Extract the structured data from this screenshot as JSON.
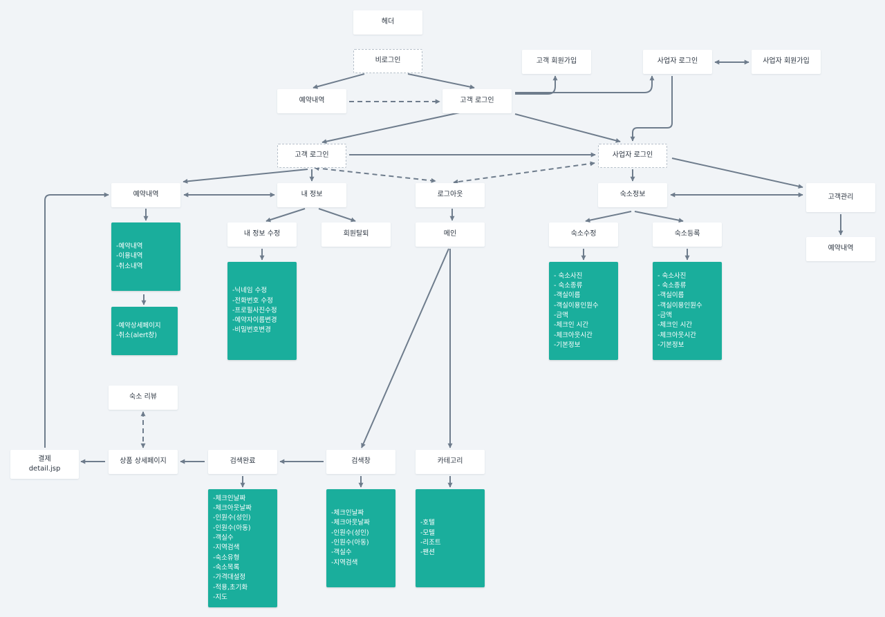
{
  "nodes": [
    {
      "id": "header",
      "label": "헤더"
    },
    {
      "id": "non_login",
      "label": "비로그인"
    },
    {
      "id": "top_reservation",
      "label": "예약내역"
    },
    {
      "id": "top_customer_login",
      "label": "고객 로그인"
    },
    {
      "id": "customer_signup",
      "label": "고객 회원가입"
    },
    {
      "id": "top_business_login",
      "label": "사업자 로그인"
    },
    {
      "id": "business_signup",
      "label": "사업자 회원가입"
    },
    {
      "id": "customer_login",
      "label": "고객 로그인"
    },
    {
      "id": "business_login",
      "label": "사업자 로그인"
    },
    {
      "id": "reservation",
      "label": "예약내역"
    },
    {
      "id": "my_info",
      "label": "내 정보"
    },
    {
      "id": "logout",
      "label": "로그아웃"
    },
    {
      "id": "lodging_info",
      "label": "숙소정보"
    },
    {
      "id": "customer_mgmt",
      "label": "고객관리"
    },
    {
      "id": "my_info_edit",
      "label": "내 정보 수정"
    },
    {
      "id": "withdraw",
      "label": "회원탈퇴"
    },
    {
      "id": "main",
      "label": "메인"
    },
    {
      "id": "lodging_edit",
      "label": "숙소수정"
    },
    {
      "id": "lodging_register",
      "label": "숙소등록"
    },
    {
      "id": "mgmt_reservation",
      "label": "예약내역"
    },
    {
      "id": "review",
      "label": "숙소 리뷰"
    },
    {
      "id": "payment",
      "label": "결제\ndetail.jsp"
    },
    {
      "id": "product_detail",
      "label": "상품 상세페이지"
    },
    {
      "id": "search_done",
      "label": "검색완료"
    },
    {
      "id": "search_bar",
      "label": "검색창"
    },
    {
      "id": "category",
      "label": "카테고리"
    }
  ],
  "boxes": [
    {
      "id": "res_box1",
      "items": [
        "-예약내역",
        "-이용내역",
        "-취소내역"
      ]
    },
    {
      "id": "res_box2",
      "items": [
        "-예약상세페이지",
        "-취소(alert창)"
      ]
    },
    {
      "id": "edit_box",
      "items": [
        "-닉네임 수정",
        "-전화번호 수정",
        "-프로필사진수정",
        "-예약자이름변경",
        "-비밀번호변경"
      ]
    },
    {
      "id": "lodging_edit_box",
      "items": [
        "- 숙소사진",
        " - 숙소종류",
        " -객실이름",
        " -객실이용인원수",
        " -금액",
        " -체크인 시간",
        " -체크아웃시간",
        " -기본정보"
      ]
    },
    {
      "id": "lodging_reg_box",
      "items": [
        "- 숙소사진",
        " - 숙소종류",
        " -객실이름",
        " -객실이용인원수",
        " -금액",
        " -체크인 시간",
        " -체크아웃시간",
        " -기본정보"
      ]
    },
    {
      "id": "search_done_box",
      "items": [
        "-체크인날짜",
        "-체크아웃날짜",
        "-인원수(성인)",
        "-인원수(아동)",
        "-객실수",
        "-지역검색",
        "-숙소유형",
        "-숙소목록",
        "-가격대설정",
        "-적용,초기화",
        "-지도"
      ]
    },
    {
      "id": "search_bar_box",
      "items": [
        "-체크인날짜",
        "-체크아웃날짜",
        "-인원수(성인)",
        "-인원수(아동)",
        "-객실수",
        "-지역검색"
      ]
    },
    {
      "id": "category_box",
      "items": [
        "-호텔",
        "-모텔",
        "-리조트",
        "-팬션"
      ]
    }
  ],
  "colors": {
    "background": "#f1f4f7",
    "node": "#ffffff",
    "box": "#1aae9c",
    "line": "#6e7c8c"
  }
}
